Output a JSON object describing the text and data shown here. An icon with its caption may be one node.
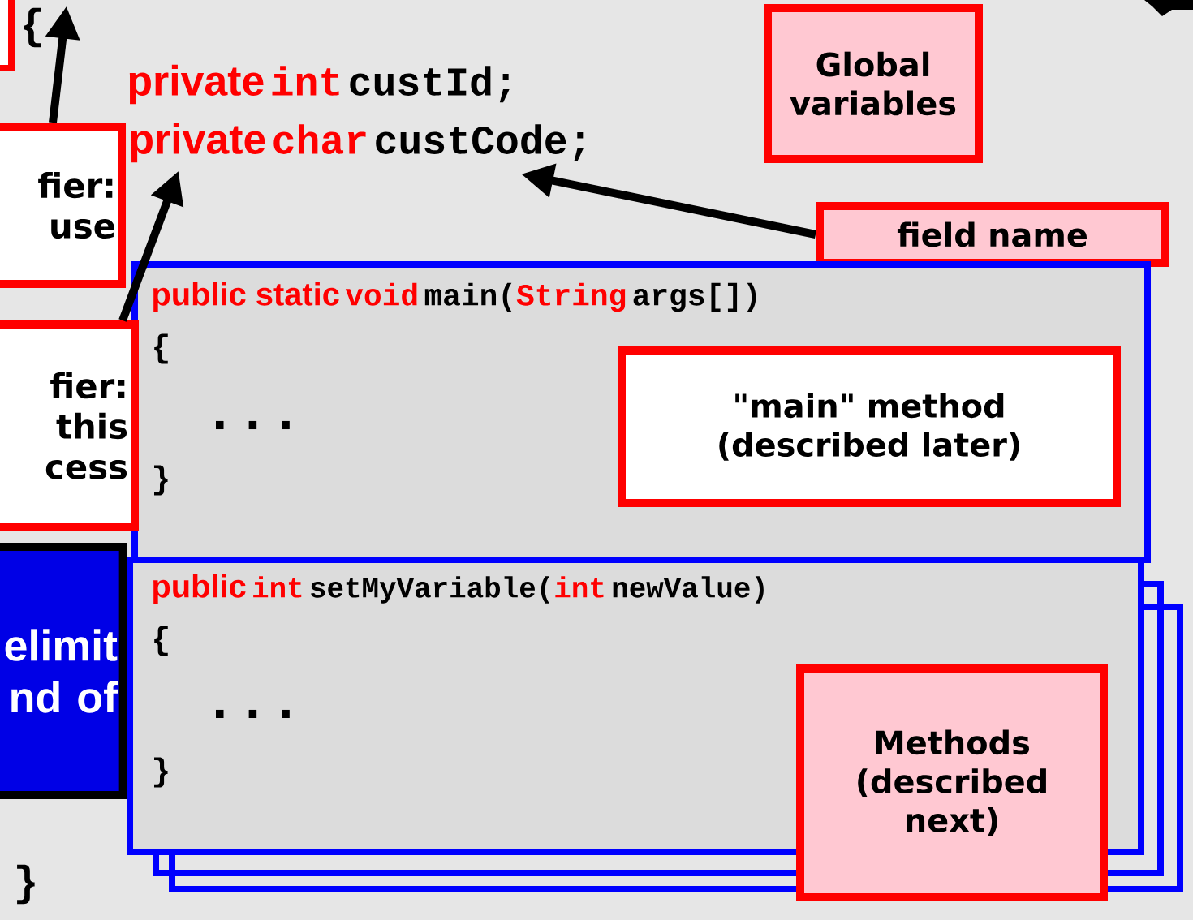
{
  "diagram": {
    "nodes": [
      {
        "text": [],
        "shape": "box"
      },
      {
        "text": [
          "Global variables"
        ]
      },
      {
        "text": [
          "fier: use"
        ]
      },
      {
        "text": [
          "private",
          "char",
          "custCode;"
        ]
      },
      {
        "text": [
          "field name"
        ]
      },
      {
        "text": [
          "public static",
          "void",
          "main(",
          "String",
          "args[])",
          "{",
          "...",
          "}"
        ]
      },
      {
        "text": [
          "\"main\" method (described later)"
        ],
        "in": 5
      },
      {
        "text": [
          "fier: this cess"
        ]
      },
      {
        "text": [
          "elimit nd of"
        ]
      },
      {
        "text": [
          "public",
          "int",
          "setMyVariable(",
          "int",
          "newValue)",
          "{",
          "...",
          "}"
        ]
      },
      {
        "text": [
          "Methods (described next)"
        ]
      },
      {
        "text": [
          "{"
        ]
      }
    ],
    "edges": [
      {
        "from": 2,
        "to": 11,
        "arrow": "to"
      },
      {
        "from": 7,
        "to": 3,
        "arrow": "to"
      },
      {
        "from": 4,
        "to": 3,
        "arrow": "to"
      }
    ],
    "labels": [
      "private",
      "int",
      "custId;",
      "}"
    ]
  }
}
